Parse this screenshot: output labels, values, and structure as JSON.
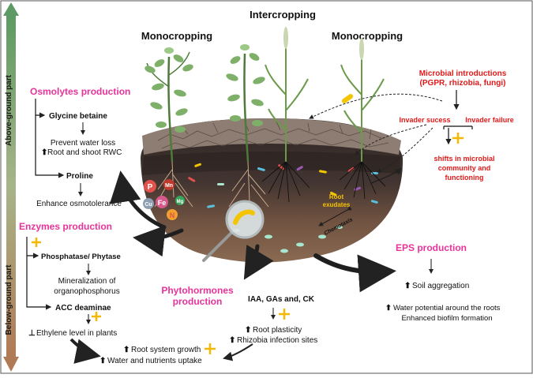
{
  "side_arrow": {
    "above_label": "Above-ground part",
    "below_label": "Below-ground part"
  },
  "headers": {
    "intercropping": "Intercropping",
    "monocropping_left": "Monocropping",
    "monocropping_right": "Monocropping"
  },
  "osmolytes": {
    "title": "Osmolytes production",
    "glycine": "Glycine betaine",
    "prevent": "Prevent water loss",
    "root_shoot": "Root and shoot RWC",
    "proline": "Proline",
    "enhance": "Enhance osmotolerance"
  },
  "enzymes": {
    "title": "Enzymes production",
    "phosphatase": "Phosphatase/ Phytase",
    "mineralization_1": "Mineralization of",
    "mineralization_2": "organophosphorus",
    "acc": "ACC deaminae",
    "ethylene": "Ethylene level in plants",
    "root_growth": "Root system growth",
    "water_uptake": "Water and nutrients uptake"
  },
  "phytohormones": {
    "title_1": "Phytohormones",
    "title_2": "production",
    "hormones": "IAA, GAs and, CK",
    "plasticity": "Root plasticity",
    "infection": "Rhizobia infection sites"
  },
  "eps": {
    "title": "EPS production",
    "aggregation": "Soil aggregation",
    "water_potential": "Water potential around the roots",
    "biofilm": "Enhanced biofilm formation"
  },
  "microbial": {
    "title_1": "Microbial  introductions",
    "title_2": "(PGPR, rhizobia, fungi)",
    "success": "Invader sucess",
    "failure": "Invader failure",
    "shifts_1": "shifts in microbial",
    "shifts_2": "community and",
    "shifts_3": "functioning"
  },
  "soil_labels": {
    "root_exudates_1": "Root",
    "root_exudates_2": "exudates",
    "chemotaxis": "Chemotaxis"
  },
  "nutrients": [
    "P",
    "Mn",
    "Cu",
    "Fe",
    "Mg",
    "N"
  ],
  "colors": {
    "magenta": "#e8339a",
    "red": "#e01919",
    "yellow_plus": "#f5b800",
    "green_top": "#5e9a63",
    "brown_bottom": "#b07a55",
    "soil_dark": "#3b2f2c",
    "soil_brown": "#7a5a45"
  }
}
